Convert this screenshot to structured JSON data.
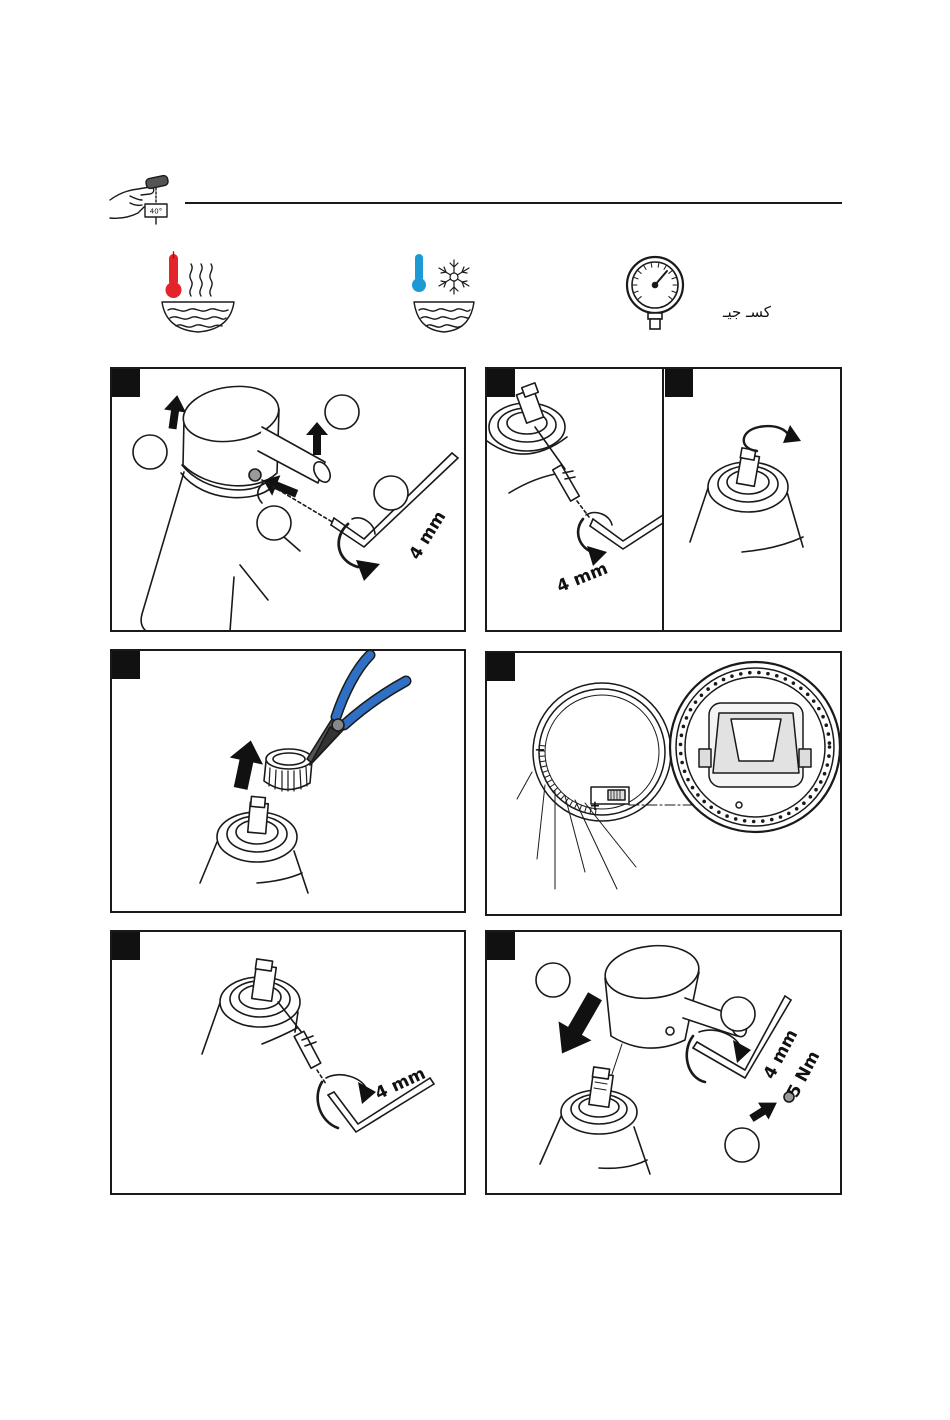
{
  "header": {
    "icon": "hand-shower-thermometer-icon",
    "temperature_readout": "40°"
  },
  "conditions": {
    "hot_icon": "hot-water-icon",
    "cold_icon": "cold-water-icon",
    "gauge_icon": "pressure-gauge-icon",
    "pressure_label": "کسـ جیـ"
  },
  "colors": {
    "hot": "#e3242b",
    "cold": "#1d9ad6",
    "pliers": "#2f6fc4",
    "ink": "#1a1a1a"
  },
  "panels": {
    "remove_handle": {
      "tool_size": "4 mm"
    },
    "loosen_screw": {
      "tool_size": "4 mm"
    },
    "limit_ring": {
      "plus_sign": "+",
      "minus_sign": "−"
    },
    "tighten_screw": {
      "tool_size": "4 mm"
    },
    "refit_handle": {
      "tool_size": "4 mm",
      "torque": "5 Nm"
    }
  }
}
